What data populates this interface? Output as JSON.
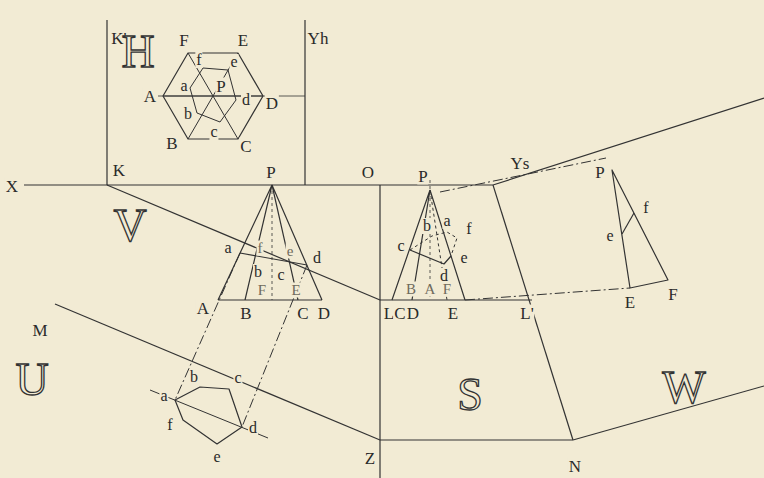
{
  "diagram": {
    "labels": [
      "K'",
      "H",
      "Yh",
      "F",
      "E",
      "f",
      "e",
      "A",
      "a",
      "P",
      "d",
      "D",
      "b",
      "B",
      "c",
      "C",
      "K",
      "X",
      "O",
      "P",
      "V",
      "a",
      "f",
      "e",
      "d",
      "b",
      "c",
      "F",
      "E",
      "A",
      "B",
      "C",
      "D",
      "M",
      "U",
      "b",
      "c",
      "a",
      "f",
      "d",
      "e",
      "Z",
      "P",
      "b",
      "a",
      "f",
      "c",
      "e",
      "d",
      "B",
      "A",
      "F",
      "L",
      "C",
      "D",
      "E",
      "L'",
      "S",
      "Ys",
      "P",
      "f",
      "e",
      "E",
      "F",
      "W",
      "N"
    ]
  }
}
